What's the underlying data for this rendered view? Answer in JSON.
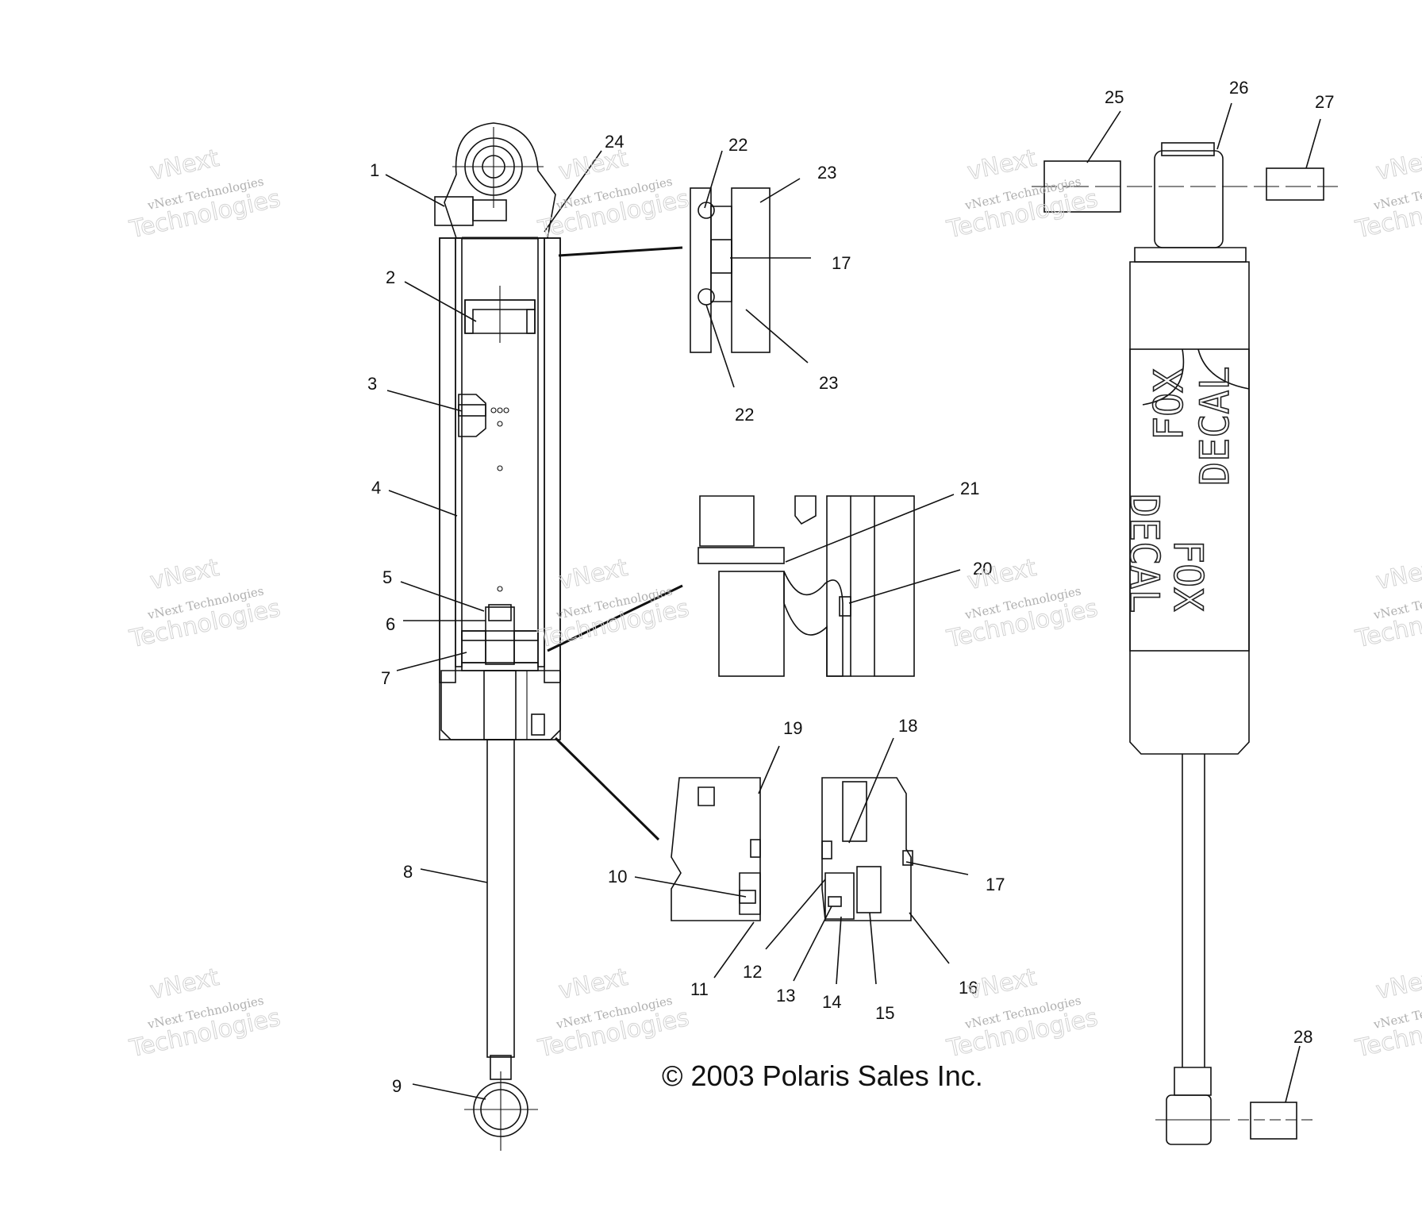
{
  "copyright": "© 2003 Polaris Sales Inc.",
  "decal": {
    "line_1": "FOX",
    "line_2": "DECAL",
    "line_3": "FOX",
    "line_4": "DECAL"
  },
  "watermark": {
    "line_1": "vNext",
    "line_2": "vNext Technologies",
    "line_3": "Technologies"
  },
  "callouts": [
    {
      "id": "1",
      "label": "1"
    },
    {
      "id": "2",
      "label": "2"
    },
    {
      "id": "3",
      "label": "3"
    },
    {
      "id": "4",
      "label": "4"
    },
    {
      "id": "5",
      "label": "5"
    },
    {
      "id": "6",
      "label": "6"
    },
    {
      "id": "7",
      "label": "7"
    },
    {
      "id": "8",
      "label": "8"
    },
    {
      "id": "9",
      "label": "9"
    },
    {
      "id": "10",
      "label": "10"
    },
    {
      "id": "11",
      "label": "11"
    },
    {
      "id": "12",
      "label": "12"
    },
    {
      "id": "13",
      "label": "13"
    },
    {
      "id": "14",
      "label": "14"
    },
    {
      "id": "15",
      "label": "15"
    },
    {
      "id": "16",
      "label": "16"
    },
    {
      "id": "17a",
      "label": "17"
    },
    {
      "id": "17b",
      "label": "17"
    },
    {
      "id": "18",
      "label": "18"
    },
    {
      "id": "19",
      "label": "19"
    },
    {
      "id": "20",
      "label": "20"
    },
    {
      "id": "21",
      "label": "21"
    },
    {
      "id": "22a",
      "label": "22"
    },
    {
      "id": "22b",
      "label": "22"
    },
    {
      "id": "23a",
      "label": "23"
    },
    {
      "id": "23b",
      "label": "23"
    },
    {
      "id": "24",
      "label": "24"
    },
    {
      "id": "25",
      "label": "25"
    },
    {
      "id": "26",
      "label": "26"
    },
    {
      "id": "27",
      "label": "27"
    },
    {
      "id": "28",
      "label": "28"
    }
  ]
}
